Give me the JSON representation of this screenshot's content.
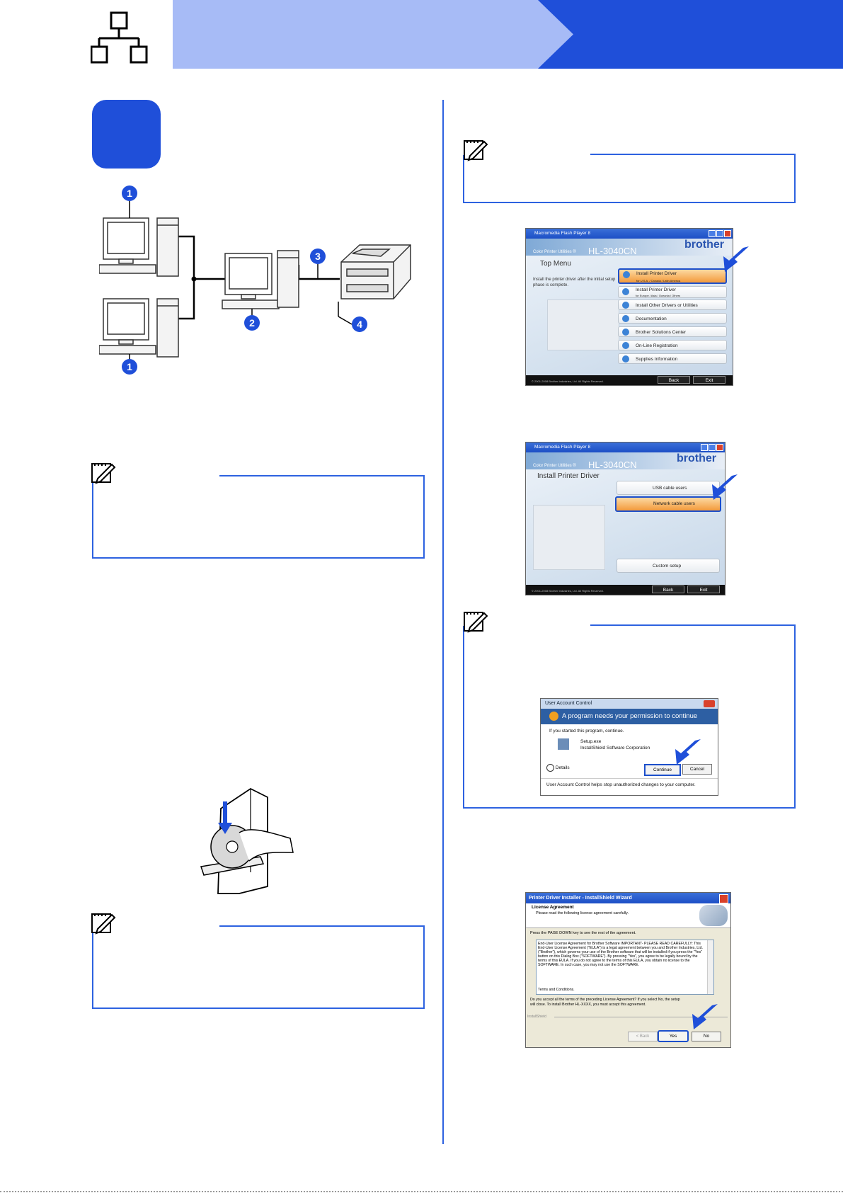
{
  "header": {
    "network_icon": "network-icon"
  },
  "step": {
    "number": ""
  },
  "diagram": {
    "callouts": [
      "1",
      "1",
      "2",
      "3",
      "4"
    ]
  },
  "note_icon": "note-pencil-icon",
  "flash_menu": {
    "window_title": "Macromedia Flash Player 8",
    "brand": "brother",
    "product_line": "Color Printer Utilities ®",
    "model": "HL-3040CN",
    "section": "Top Menu",
    "intro": "Install the printer driver after the initial setup phase is complete.",
    "items": [
      {
        "label": "Install Printer Driver",
        "sub": "for U.S.A. / Canada / Latin America"
      },
      {
        "label": "Install Printer Driver",
        "sub": "for Europe / Asia / Oceania / Others"
      },
      {
        "label": "Install Other Drivers or Utilities",
        "sub": ""
      },
      {
        "label": "Documentation",
        "sub": ""
      },
      {
        "label": "Brother Solutions Center",
        "sub": ""
      },
      {
        "label": "On-Line Registration",
        "sub": ""
      },
      {
        "label": "Supplies Information",
        "sub": ""
      }
    ],
    "copyright": "© 2001-2008 Brother Industries, Ltd. All Rights Reserved.",
    "back": "Back",
    "exit": "Exit"
  },
  "flash_driver": {
    "window_title": "Macromedia Flash Player 8",
    "brand": "brother",
    "product_line": "Color Printer Utilities ®",
    "model": "HL-3040CN",
    "section": "Install Printer Driver",
    "items": [
      {
        "label": "USB cable users"
      },
      {
        "label": "Network cable users"
      },
      {
        "label": "Custom setup"
      }
    ],
    "copyright": "© 2001-2008 Brother Industries, Ltd. All Rights Reserved.",
    "back": "Back",
    "exit": "Exit"
  },
  "uac": {
    "title": "User Account Control",
    "headline": "A program needs your permission to continue",
    "started": "If you started this program, continue.",
    "program": "Setup.exe",
    "publisher": "InstallShield Software Corporation",
    "details": "Details",
    "continue": "Continue",
    "cancel": "Cancel",
    "footer": "User Account Control helps stop unauthorized changes to your computer."
  },
  "license": {
    "title": "Printer Driver Installer - InstallShield Wizard",
    "heading": "License Agreement",
    "subheading": "Please read the following license agreement carefully.",
    "hint": "Press the PAGE DOWN key to see the rest of the agreement.",
    "body": "End-User License Agreement for Brother Software IMPORTANT- PLEASE READ CAREFULLY: This End-User License Agreement (\"EULA\") is a legal agreement between you and Brother Industries, Ltd. (\"Brother\"), which governs your use of the Brother software that will be installed if you press the \"Yes\" button on this Dialog Box (\"SOFTWARE\"). By pressing \"Yes\", you agree to be legally bound by the terms of this EULA. If you do not agree to the terms of this EULA, you obtain no license to the SOFTWARE. In such case, you may not use the SOFTWARE.",
    "terms": "Terms and Conditions.",
    "question": "Do you accept all the terms of the preceding License Agreement? If you select No, the setup will close. To install Brother HL-XXXX, you must accept this agreement.",
    "installshield": "InstallShield",
    "back": "< Back",
    "yes": "Yes",
    "no": "No"
  }
}
